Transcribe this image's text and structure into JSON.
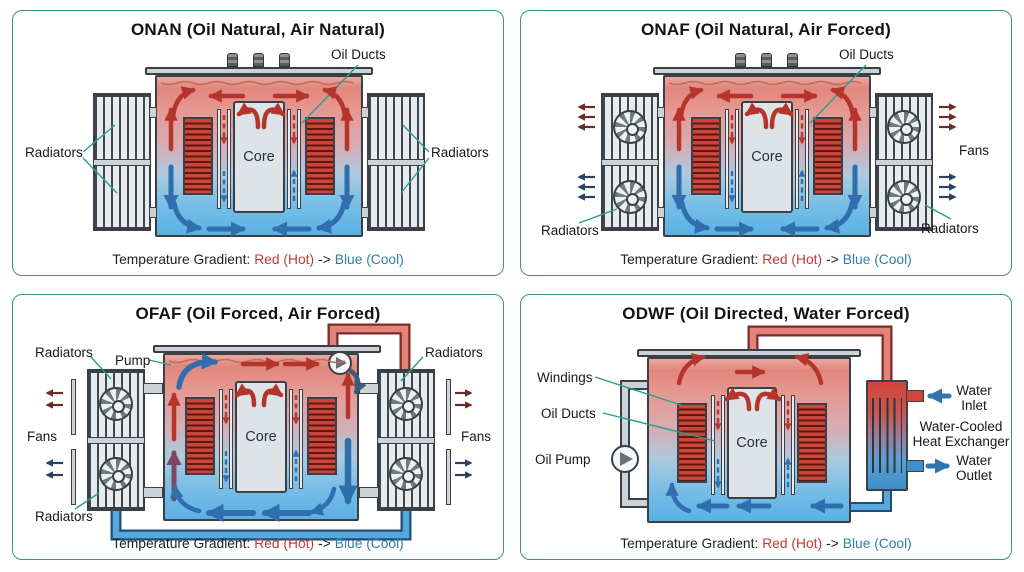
{
  "colors": {
    "panel_border": "#3b9287",
    "leader_line": "#2a9d8f",
    "hot_red": "#c23b30",
    "cool_blue": "#2d7fae",
    "winding_red": "#c8463a",
    "arrow_red": "#b5342c",
    "arrow_blue": "#2f6fad",
    "tank_hot_top": "#e0837b",
    "tank_cool_bottom": "#5bb1e4"
  },
  "legend": {
    "prefix": "Temperature Gradient:",
    "hot": "Red (Hot)",
    "arrow": "->",
    "cool": "Blue (Cool)"
  },
  "panels": {
    "onan": {
      "title": "ONAN (Oil Natural, Air Natural)",
      "labels": {
        "radiators_left": "Radiators",
        "radiators_right": "Radiators",
        "oil_ducts": "Oil Ducts",
        "core": "Core"
      }
    },
    "onaf": {
      "title": "ONAF (Oil Natural, Air Forced)",
      "labels": {
        "oil_ducts": "Oil Ducts",
        "fans": "Fans",
        "radiators_left": "Radiators",
        "radiators_right": "Radiators",
        "core": "Core"
      }
    },
    "ofaf": {
      "title": "OFAF (Oil Forced, Air Forced)",
      "labels": {
        "radiators_top_left": "Radiators",
        "pump": "Pump",
        "radiators_top_right": "Radiators",
        "fans_left": "Fans",
        "fans_right": "Fans",
        "radiators_bottom_left": "Radiators",
        "core": "Core"
      }
    },
    "odwf": {
      "title": "ODWF (Oil Directed, Water Forced)",
      "labels": {
        "windings": "Windings",
        "oil_ducts": "Oil Ducts",
        "oil_pump": "Oil Pump",
        "core": "Core",
        "water_inlet": "Water Inlet",
        "heat_exchanger": "Water-Cooled Heat Exchanger",
        "water_outlet": "Water Outlet"
      }
    }
  }
}
